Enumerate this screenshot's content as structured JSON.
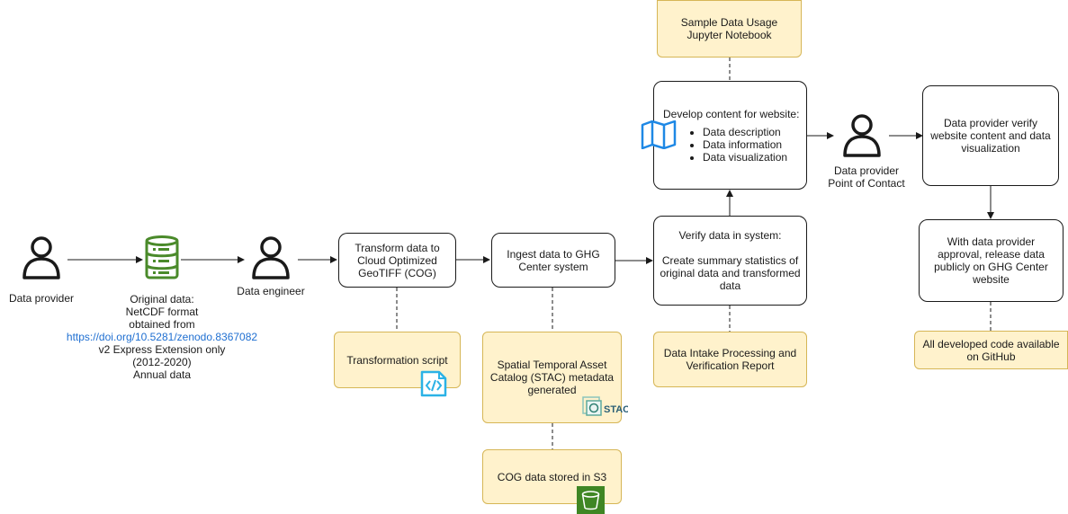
{
  "actors": {
    "data_provider": "Data provider",
    "data_engineer": "Data engineer",
    "poc_line1": "Data provider",
    "poc_line2": "Point of Contact"
  },
  "original_data": {
    "line1": "Original data:",
    "line2": "NetCDF format",
    "line3": "obtained from",
    "link": "https://doi.org/10.5281/zenodo.8367082",
    "line4": "v2 Express Extension only",
    "line5": "(2012-2020)",
    "line6": "Annual data"
  },
  "boxes": {
    "transform": "Transform data to Cloud Optimized GeoTIFF (COG)",
    "ingest": "Ingest data to GHG Center system",
    "verify_title": "Verify data in system:",
    "verify_body": "Create summary statistics of original data and transformed data",
    "develop_title": "Develop content for website:",
    "develop_items": [
      "Data description",
      "Data information",
      "Data visualization"
    ],
    "provider_verify": "Data provider verify website content and data visualization",
    "release": "With data provider approval, release data publicly on GHG Center website"
  },
  "artifacts": {
    "jupyter": "Sample Data Usage Jupyter Notebook",
    "transformation_script": "Transformation script",
    "stac": "Spatial Temporal Asset Catalog (STAC) metadata generated",
    "cog_s3": "COG data stored in S3",
    "intake_report": "Data Intake Processing and Verification Report",
    "github": "All developed code available on GitHub"
  },
  "icon_labels": {
    "stac": "STAC"
  },
  "colors": {
    "artifact_fill": "#fff2cc",
    "artifact_border": "#d6b656",
    "database_green": "#4a8a2a",
    "code_blue": "#2bb2e6",
    "map_blue": "#1e88e5",
    "s3_green": "#3f8624",
    "link_blue": "#1f6fd1"
  }
}
